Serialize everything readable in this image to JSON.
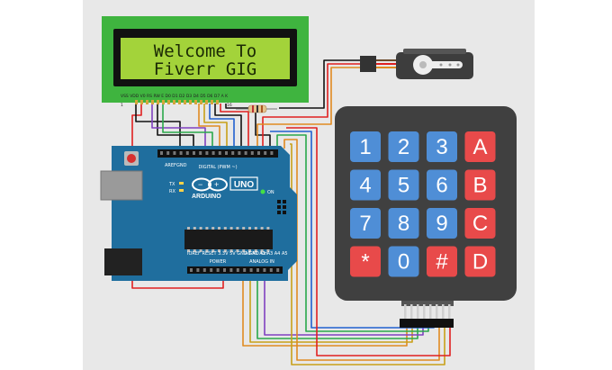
{
  "lcd": {
    "line1": "Welcome To",
    "line2": "Fiverr GIG",
    "pin_labels": "VSS VDD V0 RS RW E D0 D1 D2 D3 D4 D5 D6 D7 A K",
    "pin_left": "1",
    "pin_right": "16"
  },
  "arduino": {
    "brand": "ARDUINO",
    "model": "UNO",
    "on_label": "ON",
    "digital_label": "DIGITAL (PWM ~)",
    "tx_label": "TX",
    "rx_label": "RX",
    "power_label": "POWER",
    "analog_label": "ANALOG IN",
    "aref_label": "AREF",
    "gnd_label": "GND",
    "power_pins": "IOREF RESET 3.3V 5V GND GND Vin",
    "analog_pins": "A0 A1 A2 A3 A4 A5"
  },
  "keypad": {
    "rows": [
      [
        "1",
        "2",
        "3",
        "A"
      ],
      [
        "4",
        "5",
        "6",
        "B"
      ],
      [
        "7",
        "8",
        "9",
        "C"
      ],
      [
        "*",
        "0",
        "#",
        "D"
      ]
    ],
    "digit_color": "#4f8ed6",
    "letter_color": "#e84a4a"
  },
  "colors": {
    "lcd_screen": "#a3d33a",
    "lcd_frame": "#3fb43f",
    "board": "#1f6e9e",
    "keypad_body": "#404040",
    "servo_body": "#3d3d3d"
  }
}
